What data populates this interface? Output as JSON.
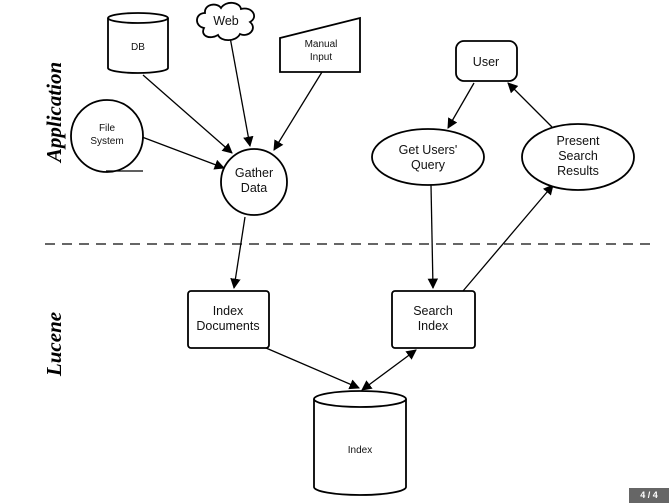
{
  "sections": {
    "application": "Application",
    "lucene": "Lucene"
  },
  "nodes": {
    "db": "DB",
    "web": "Web",
    "manual_input": [
      "Manual",
      "Input"
    ],
    "file_system": [
      "File",
      "System"
    ],
    "gather_data": [
      "Gather",
      "Data"
    ],
    "user": "User",
    "get_users_query": [
      "Get Users'",
      "Query"
    ],
    "present_search_results": [
      "Present",
      "Search",
      "Results"
    ],
    "index_documents": [
      "Index",
      "Documents"
    ],
    "search_index": [
      "Search",
      "Index"
    ],
    "index": "Index"
  },
  "page_indicator": "4 / 4"
}
